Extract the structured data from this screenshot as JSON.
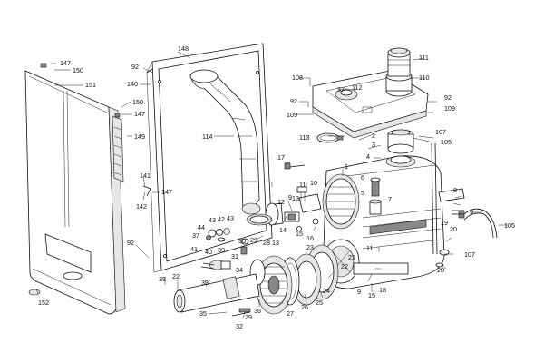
{
  "parts": [
    {
      "id": "p147a",
      "num": "147"
    },
    {
      "id": "p150a",
      "num": "150"
    },
    {
      "id": "p151",
      "num": "151"
    },
    {
      "id": "p150b",
      "num": "150"
    },
    {
      "id": "p147b",
      "num": "147"
    },
    {
      "id": "p149",
      "num": "149"
    },
    {
      "id": "p141",
      "num": "141"
    },
    {
      "id": "p142",
      "num": "142"
    },
    {
      "id": "p147c",
      "num": "147"
    },
    {
      "id": "p152",
      "num": "152"
    },
    {
      "id": "p148",
      "num": "148"
    },
    {
      "id": "p92a",
      "num": "92"
    },
    {
      "id": "p140",
      "num": "140"
    },
    {
      "id": "p114",
      "num": "114"
    },
    {
      "id": "p92b",
      "num": "92"
    },
    {
      "id": "p44",
      "num": "44"
    },
    {
      "id": "p43",
      "num": "43"
    },
    {
      "id": "p42",
      "num": "42"
    },
    {
      "id": "p43b",
      "num": "43"
    },
    {
      "id": "p37a",
      "num": "37"
    },
    {
      "id": "p41",
      "num": "41"
    },
    {
      "id": "p40",
      "num": "40"
    },
    {
      "id": "p39",
      "num": "39"
    },
    {
      "id": "p30",
      "num": "30"
    },
    {
      "id": "p29a",
      "num": "29"
    },
    {
      "id": "p31",
      "num": "31"
    },
    {
      "id": "p34",
      "num": "34"
    },
    {
      "id": "p35a",
      "num": "35"
    },
    {
      "id": "p22",
      "num": "22"
    },
    {
      "id": "p33",
      "num": "33"
    },
    {
      "id": "p35b",
      "num": "35"
    },
    {
      "id": "p29b",
      "num": "29"
    },
    {
      "id": "p32",
      "num": "32"
    },
    {
      "id": "p36",
      "num": "36"
    },
    {
      "id": "p27",
      "num": "27"
    },
    {
      "id": "p26",
      "num": "26"
    },
    {
      "id": "p25",
      "num": "25"
    },
    {
      "id": "p24",
      "num": "24"
    },
    {
      "id": "p28",
      "num": "28"
    },
    {
      "id": "p13a",
      "num": "13"
    },
    {
      "id": "p13b",
      "num": "13"
    },
    {
      "id": "p23",
      "num": "23"
    },
    {
      "id": "p14",
      "num": "14"
    },
    {
      "id": "p15a",
      "num": "15"
    },
    {
      "id": "p16",
      "num": "16"
    },
    {
      "id": "p12",
      "num": "12"
    },
    {
      "id": "p9a",
      "num": "9"
    },
    {
      "id": "p10",
      "num": "10"
    },
    {
      "id": "p11a",
      "num": "11"
    },
    {
      "id": "p17",
      "num": "17"
    },
    {
      "id": "p1",
      "num": "1"
    },
    {
      "id": "p113",
      "num": "113"
    },
    {
      "id": "p108",
      "num": "108"
    },
    {
      "id": "p92c",
      "num": "92"
    },
    {
      "id": "p109a",
      "num": "109"
    },
    {
      "id": "p37b",
      "num": "37"
    },
    {
      "id": "p112",
      "num": "112"
    },
    {
      "id": "p111",
      "num": "111"
    },
    {
      "id": "p110",
      "num": "110"
    },
    {
      "id": "p92d",
      "num": "92"
    },
    {
      "id": "p109b",
      "num": "109"
    },
    {
      "id": "p2",
      "num": "2"
    },
    {
      "id": "p107a",
      "num": "107"
    },
    {
      "id": "p3",
      "num": "3"
    },
    {
      "id": "p105a",
      "num": "105"
    },
    {
      "id": "p4",
      "num": "4"
    },
    {
      "id": "p6",
      "num": "6"
    },
    {
      "id": "p7",
      "num": "7"
    },
    {
      "id": "p5",
      "num": "5"
    },
    {
      "id": "p8",
      "num": "8"
    },
    {
      "id": "p9b",
      "num": "9"
    },
    {
      "id": "p19",
      "num": "19"
    },
    {
      "id": "p20a",
      "num": "20"
    },
    {
      "id": "p105b",
      "num": "105"
    },
    {
      "id": "p107b",
      "num": "107"
    },
    {
      "id": "p20b",
      "num": "20"
    },
    {
      "id": "p11b",
      "num": "11"
    },
    {
      "id": "p21",
      "num": "21"
    },
    {
      "id": "p22b",
      "num": "22"
    },
    {
      "id": "p15b",
      "num": "15"
    },
    {
      "id": "p18",
      "num": "18"
    },
    {
      "id": "p9c",
      "num": "9"
    }
  ]
}
